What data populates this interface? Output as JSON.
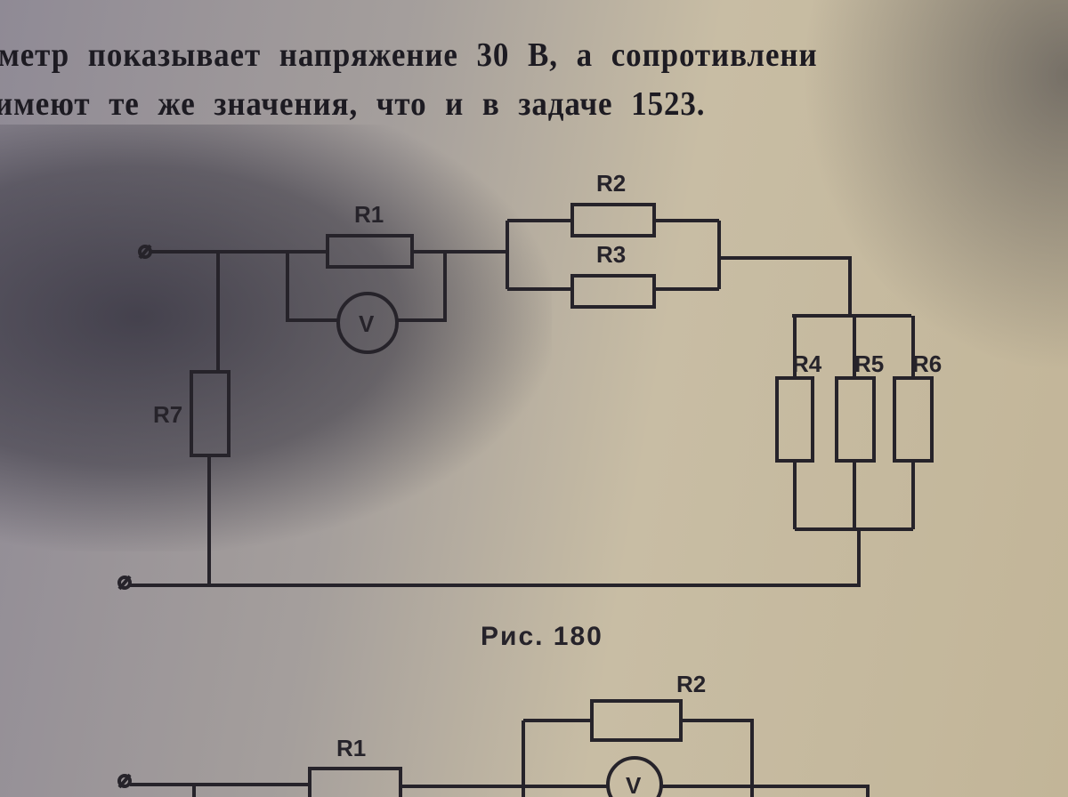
{
  "text": {
    "line1": "метр показывает напряжение 30 В, а сопротивлени",
    "line2": "имеют те же значения, что и в задаче 1523."
  },
  "figure180": {
    "caption": "Рис. 180",
    "labels": {
      "r1": "R1",
      "r2": "R2",
      "r3": "R3",
      "r4": "R4",
      "r5": "R5",
      "r6": "R6",
      "r7": "R7",
      "voltmeter": "V"
    }
  },
  "figure181": {
    "labels": {
      "r1": "R1",
      "r2": "R2",
      "voltmeter": "V"
    }
  }
}
